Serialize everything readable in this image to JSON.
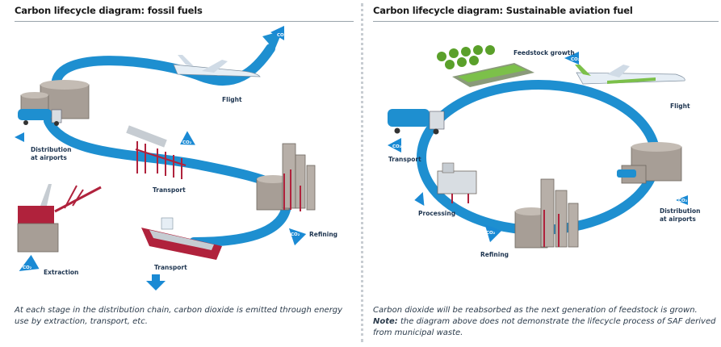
{
  "fossil": {
    "title": "Carbon lifecycle diagram: fossil fuels",
    "labels": {
      "flight": "Flight",
      "distribution_line1": "Distribution",
      "distribution_line2": "at airports",
      "transport_pipeline": "Transport",
      "refining": "Refining",
      "extraction": "Extraction",
      "transport_ship": "Transport"
    },
    "co2": "CO₂",
    "caption": "At each stage in the distribution chain, carbon dioxide is emitted through energy use by extraction, transport, etc."
  },
  "saf": {
    "title": "Carbon lifecycle diagram: Sustainable aviation fuel",
    "labels": {
      "feedstock": "Feedstock growth",
      "flight": "Flight",
      "transport": "Transport",
      "processing": "Processing",
      "refining": "Refining",
      "distribution_line1": "Distribution",
      "distribution_line2": "at airports"
    },
    "co2": "CO₂",
    "caption_line": "Carbon dioxide will be reabsorbed as the next generation of feedstock is grown.",
    "note_label": "Note:",
    "note_text": " the diagram above does not demonstrate the lifecycle process of SAF derived from municipal waste."
  },
  "colors": {
    "flow_blue": "#1e8fd0",
    "arrow_blue": "#1a8ad4",
    "structure_gray": "#a79e96",
    "structure_red": "#b0223c",
    "text_navy": "#1e3550"
  }
}
